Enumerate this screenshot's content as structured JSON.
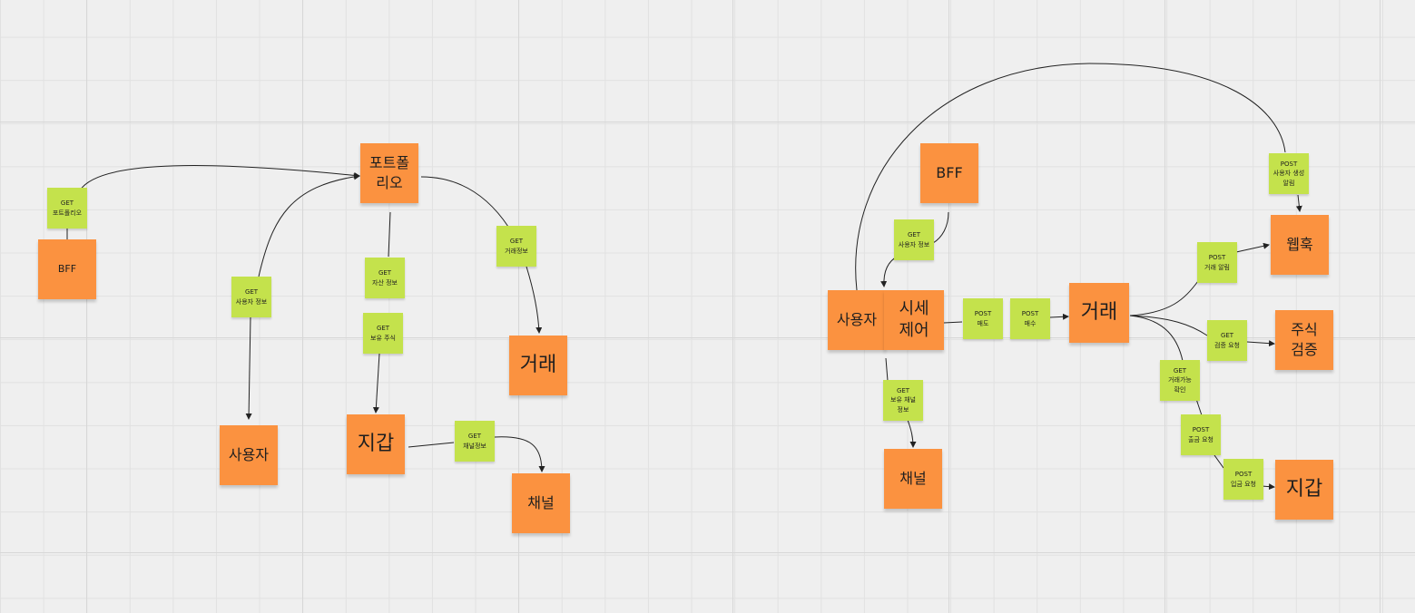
{
  "board": {
    "colors": {
      "service": "#fb9240",
      "api": "#c4e24c",
      "arrow": "#222222"
    },
    "left_flow": {
      "services": {
        "bff": "BFF",
        "portfolio": "포트폴\n리오",
        "trade": "거래",
        "user": "사용자",
        "wallet": "지갑",
        "channel": "채널"
      },
      "apis": {
        "get_portfolio": "GET\n포트폴리오",
        "get_user_info": "GET\n사용자 정보",
        "get_asset_info": "GET\n자산 정보",
        "get_holdings": "GET\n보유 주식",
        "get_trade_info": "GET\n거래정보",
        "get_channel_info": "GET\n채널정보"
      }
    },
    "right_flow": {
      "services": {
        "bff": "BFF",
        "user": "사용자",
        "price_control": "시세\n제어",
        "trade": "거래",
        "webhook": "웹훅",
        "stock_verify": "주식\n검증",
        "channel": "채널",
        "wallet": "지갑"
      },
      "apis": {
        "post_user_created": "POST\n사용자 생성\n알림",
        "get_user_info": "GET\n사용자 정보",
        "post_sell": "POST\n매도",
        "post_buy": "POST\n매수",
        "post_trade_alert": "POST\n거래 알림",
        "get_verify_request": "GET\n검증 요청",
        "get_trade_possible": "GET\n거래가능\n확인",
        "post_withdraw": "POST\n출금 요청",
        "post_deposit": "POST\n입금 요청",
        "get_holding_channel": "GET\n보유 채널\n정보"
      }
    }
  }
}
